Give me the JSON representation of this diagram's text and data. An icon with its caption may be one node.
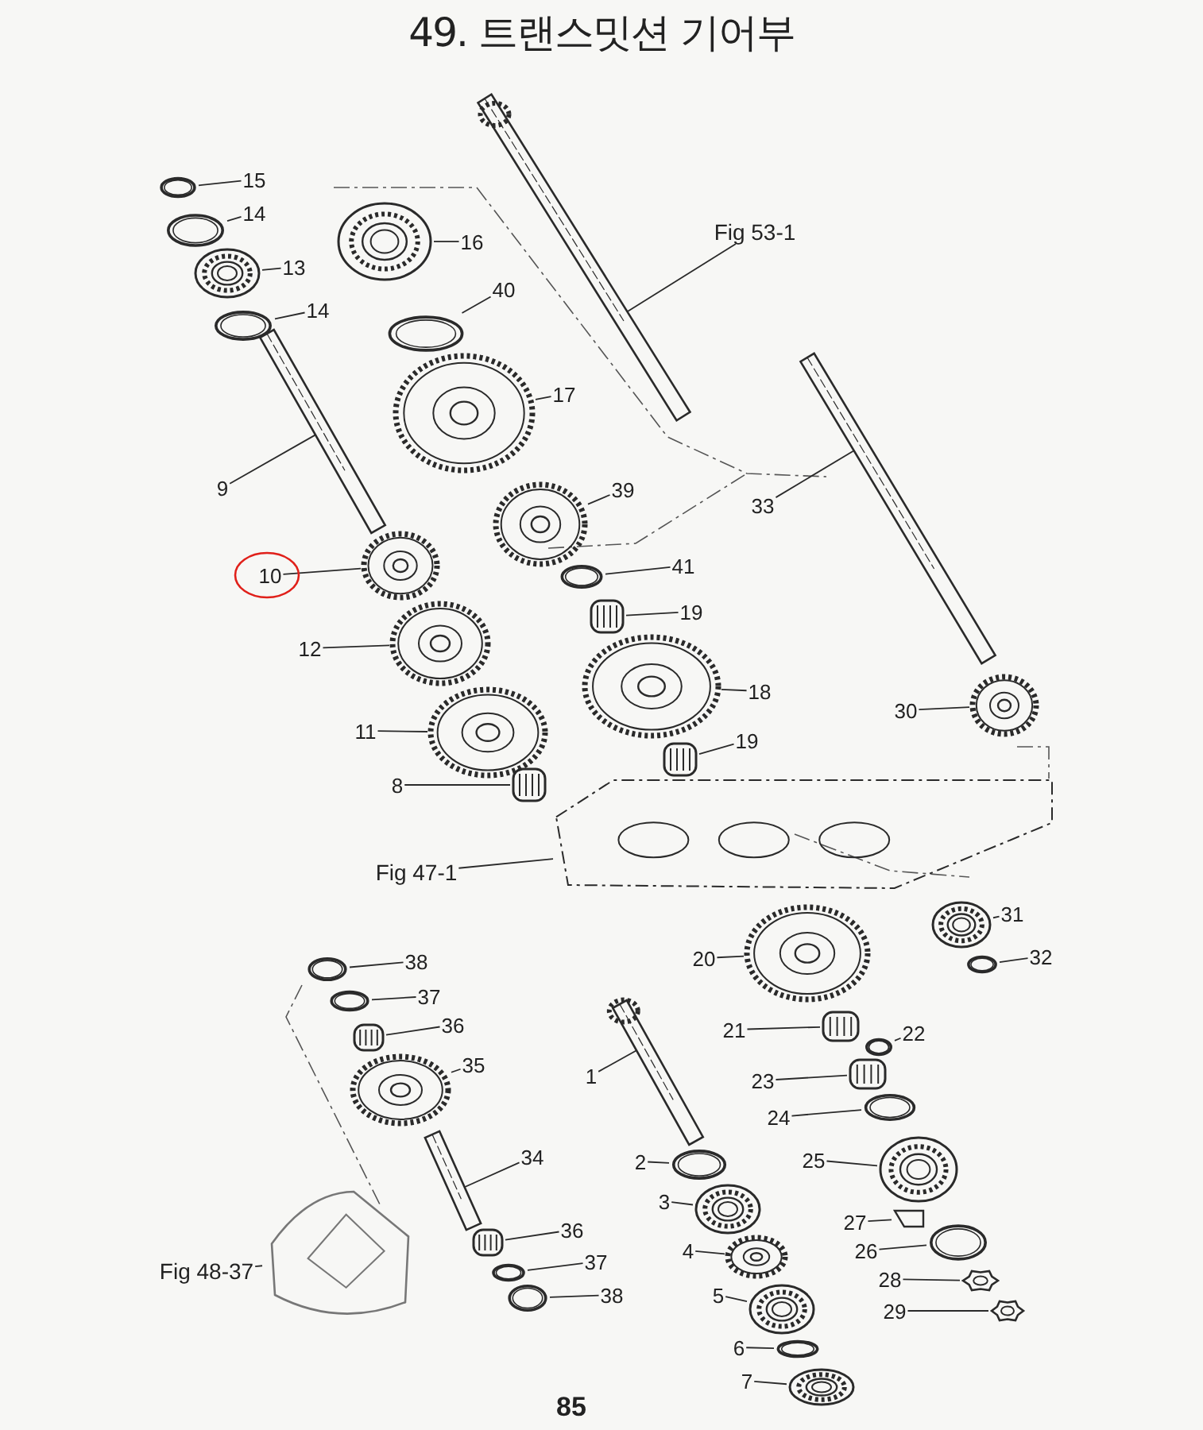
{
  "diagram": {
    "title": "49. 트랜스밋션 기어부",
    "nodes": [
      {
        "text": [
          "15"
        ]
      },
      {
        "text": [],
        "shape": "picture"
      },
      {
        "text": [
          "14"
        ]
      },
      {
        "text": [],
        "shape": "picture"
      },
      {
        "text": [
          "13"
        ]
      },
      {
        "text": [],
        "shape": "picture"
      },
      {
        "text": [
          "14"
        ]
      },
      {
        "text": [],
        "shape": "picture"
      },
      {
        "text": [
          "16"
        ]
      },
      {
        "text": [],
        "shape": "picture"
      },
      {
        "text": [
          "Fig 53-1"
        ]
      },
      {
        "text": [],
        "shape": "picture"
      },
      {
        "text": [
          "40"
        ]
      },
      {
        "text": [],
        "shape": "picture"
      },
      {
        "text": [
          "17"
        ]
      },
      {
        "text": [],
        "shape": "picture"
      },
      {
        "text": [
          "9"
        ]
      },
      {
        "text": [],
        "shape": "picture"
      },
      {
        "text": [
          "39"
        ]
      },
      {
        "text": [],
        "shape": "picture"
      },
      {
        "text": [
          "33"
        ]
      },
      {
        "text": [],
        "shape": "picture"
      },
      {
        "text": [
          "10"
        ]
      },
      {
        "text": [],
        "shape": "picture"
      },
      {
        "text": [
          "41"
        ]
      },
      {
        "text": [],
        "shape": "picture"
      },
      {
        "text": [
          "19"
        ]
      },
      {
        "text": [],
        "shape": "picture"
      },
      {
        "text": [
          "12"
        ]
      },
      {
        "text": [],
        "shape": "picture"
      },
      {
        "text": [
          "18"
        ]
      },
      {
        "text": [],
        "shape": "picture"
      },
      {
        "text": [
          "19"
        ]
      },
      {
        "text": [],
        "shape": "picture"
      },
      {
        "text": [
          "11"
        ]
      },
      {
        "text": [],
        "shape": "picture"
      },
      {
        "text": [
          "30"
        ]
      },
      {
        "text": [],
        "shape": "picture"
      },
      {
        "text": [
          "8"
        ]
      },
      {
        "text": [],
        "shape": "picture"
      },
      {
        "text": [
          "Fig 47-1"
        ]
      },
      {
        "text": [],
        "shape": "picture"
      },
      {
        "text": [
          "31"
        ]
      },
      {
        "text": [],
        "shape": "picture"
      },
      {
        "text": [
          "32"
        ]
      },
      {
        "text": [],
        "shape": "picture"
      },
      {
        "text": [
          "38"
        ]
      },
      {
        "text": [],
        "shape": "picture"
      },
      {
        "text": [
          "37"
        ]
      },
      {
        "text": [],
        "shape": "picture"
      },
      {
        "text": [
          "36"
        ]
      },
      {
        "text": [],
        "shape": "picture"
      },
      {
        "text": [
          "35"
        ]
      },
      {
        "text": [],
        "shape": "picture"
      },
      {
        "text": [
          "20"
        ]
      },
      {
        "text": [],
        "shape": "picture"
      },
      {
        "text": [
          "21"
        ]
      },
      {
        "text": [],
        "shape": "picture"
      },
      {
        "text": [
          "22"
        ]
      },
      {
        "text": [],
        "shape": "picture"
      },
      {
        "text": [
          "1"
        ]
      },
      {
        "text": [],
        "shape": "picture"
      },
      {
        "text": [
          "23"
        ]
      },
      {
        "text": [],
        "shape": "picture"
      },
      {
        "text": [
          "24"
        ]
      },
      {
        "text": [],
        "shape": "picture"
      },
      {
        "text": [
          "34"
        ]
      },
      {
        "text": [],
        "shape": "picture"
      },
      {
        "text": [
          "2"
        ]
      },
      {
        "text": [],
        "shape": "picture"
      },
      {
        "text": [
          "25"
        ]
      },
      {
        "text": [],
        "shape": "picture"
      },
      {
        "text": [
          "3"
        ]
      },
      {
        "text": [],
        "shape": "picture"
      },
      {
        "text": [
          "36"
        ]
      },
      {
        "text": [],
        "shape": "picture"
      },
      {
        "text": [
          "4"
        ]
      },
      {
        "text": [],
        "shape": "picture"
      },
      {
        "text": [
          "Fig 48-37"
        ]
      },
      {
        "text": [],
        "shape": "picture"
      },
      {
        "text": [
          "37"
        ]
      },
      {
        "text": [],
        "shape": "picture"
      },
      {
        "text": [
          "27"
        ]
      },
      {
        "text": [],
        "shape": "picture"
      },
      {
        "text": [
          "26"
        ]
      },
      {
        "text": [],
        "shape": "picture"
      },
      {
        "text": [
          "38"
        ]
      },
      {
        "text": [],
        "shape": "picture"
      },
      {
        "text": [
          "5"
        ]
      },
      {
        "text": [],
        "shape": "picture"
      },
      {
        "text": [
          "28"
        ]
      },
      {
        "text": [],
        "shape": "picture"
      },
      {
        "text": [
          "29"
        ]
      },
      {
        "text": [],
        "shape": "picture"
      },
      {
        "text": [
          "6"
        ]
      },
      {
        "text": [],
        "shape": "picture"
      },
      {
        "text": [
          "7"
        ]
      },
      {
        "text": [],
        "shape": "picture"
      }
    ],
    "edges": [
      {
        "from": 0,
        "to": 1,
        "arrow": "none"
      },
      {
        "from": 2,
        "to": 3,
        "arrow": "none"
      },
      {
        "from": 4,
        "to": 5,
        "arrow": "none"
      },
      {
        "from": 6,
        "to": 7,
        "arrow": "none"
      },
      {
        "from": 8,
        "to": 9,
        "arrow": "none"
      },
      {
        "from": 10,
        "to": 11,
        "arrow": "none"
      },
      {
        "from": 12,
        "to": 13,
        "arrow": "none"
      },
      {
        "from": 14,
        "to": 15,
        "arrow": "none"
      },
      {
        "from": 16,
        "to": 17,
        "arrow": "none"
      },
      {
        "from": 18,
        "to": 19,
        "arrow": "none"
      },
      {
        "from": 20,
        "to": 21,
        "arrow": "none"
      },
      {
        "from": 22,
        "to": 23,
        "arrow": "none"
      },
      {
        "from": 24,
        "to": 25,
        "arrow": "none"
      },
      {
        "from": 26,
        "to": 27,
        "arrow": "none"
      },
      {
        "from": 28,
        "to": 29,
        "arrow": "none"
      },
      {
        "from": 30,
        "to": 31,
        "arrow": "none"
      },
      {
        "from": 32,
        "to": 33,
        "arrow": "none"
      },
      {
        "from": 34,
        "to": 35,
        "arrow": "none"
      },
      {
        "from": 36,
        "to": 37,
        "arrow": "none"
      },
      {
        "from": 38,
        "to": 39,
        "arrow": "none"
      },
      {
        "from": 40,
        "to": 41,
        "arrow": "none"
      },
      {
        "from": 42,
        "to": 43,
        "arrow": "none"
      },
      {
        "from": 44,
        "to": 45,
        "arrow": "none"
      },
      {
        "from": 46,
        "to": 47,
        "arrow": "none"
      },
      {
        "from": 48,
        "to": 49,
        "arrow": "none"
      },
      {
        "from": 50,
        "to": 51,
        "arrow": "none"
      },
      {
        "from": 52,
        "to": 53,
        "arrow": "none"
      },
      {
        "from": 54,
        "to": 55,
        "arrow": "none"
      },
      {
        "from": 56,
        "to": 57,
        "arrow": "none"
      },
      {
        "from": 58,
        "to": 59,
        "arrow": "none"
      },
      {
        "from": 60,
        "to": 61,
        "arrow": "none"
      },
      {
        "from": 62,
        "to": 63,
        "arrow": "none"
      },
      {
        "from": 64,
        "to": 65,
        "arrow": "none"
      },
      {
        "from": 66,
        "to": 67,
        "arrow": "none"
      },
      {
        "from": 68,
        "to": 69,
        "arrow": "none"
      },
      {
        "from": 70,
        "to": 71,
        "arrow": "none"
      },
      {
        "from": 72,
        "to": 73,
        "arrow": "none"
      },
      {
        "from": 74,
        "to": 75,
        "arrow": "none"
      },
      {
        "from": 76,
        "to": 77,
        "arrow": "none"
      },
      {
        "from": 78,
        "to": 79,
        "arrow": "none"
      },
      {
        "from": 80,
        "to": 81,
        "arrow": "none"
      },
      {
        "from": 82,
        "to": 83,
        "arrow": "none"
      },
      {
        "from": 84,
        "to": 85,
        "arrow": "none"
      },
      {
        "from": 86,
        "to": 87,
        "arrow": "none"
      },
      {
        "from": 88,
        "to": 89,
        "arrow": "none"
      },
      {
        "from": 90,
        "to": 91,
        "arrow": "none"
      },
      {
        "from": 92,
        "to": 93,
        "arrow": "none"
      },
      {
        "from": 94,
        "to": 95,
        "arrow": "none"
      },
      {
        "from": 96,
        "to": 97,
        "arrow": "none"
      }
    ],
    "labels": [
      "85"
    ]
  }
}
